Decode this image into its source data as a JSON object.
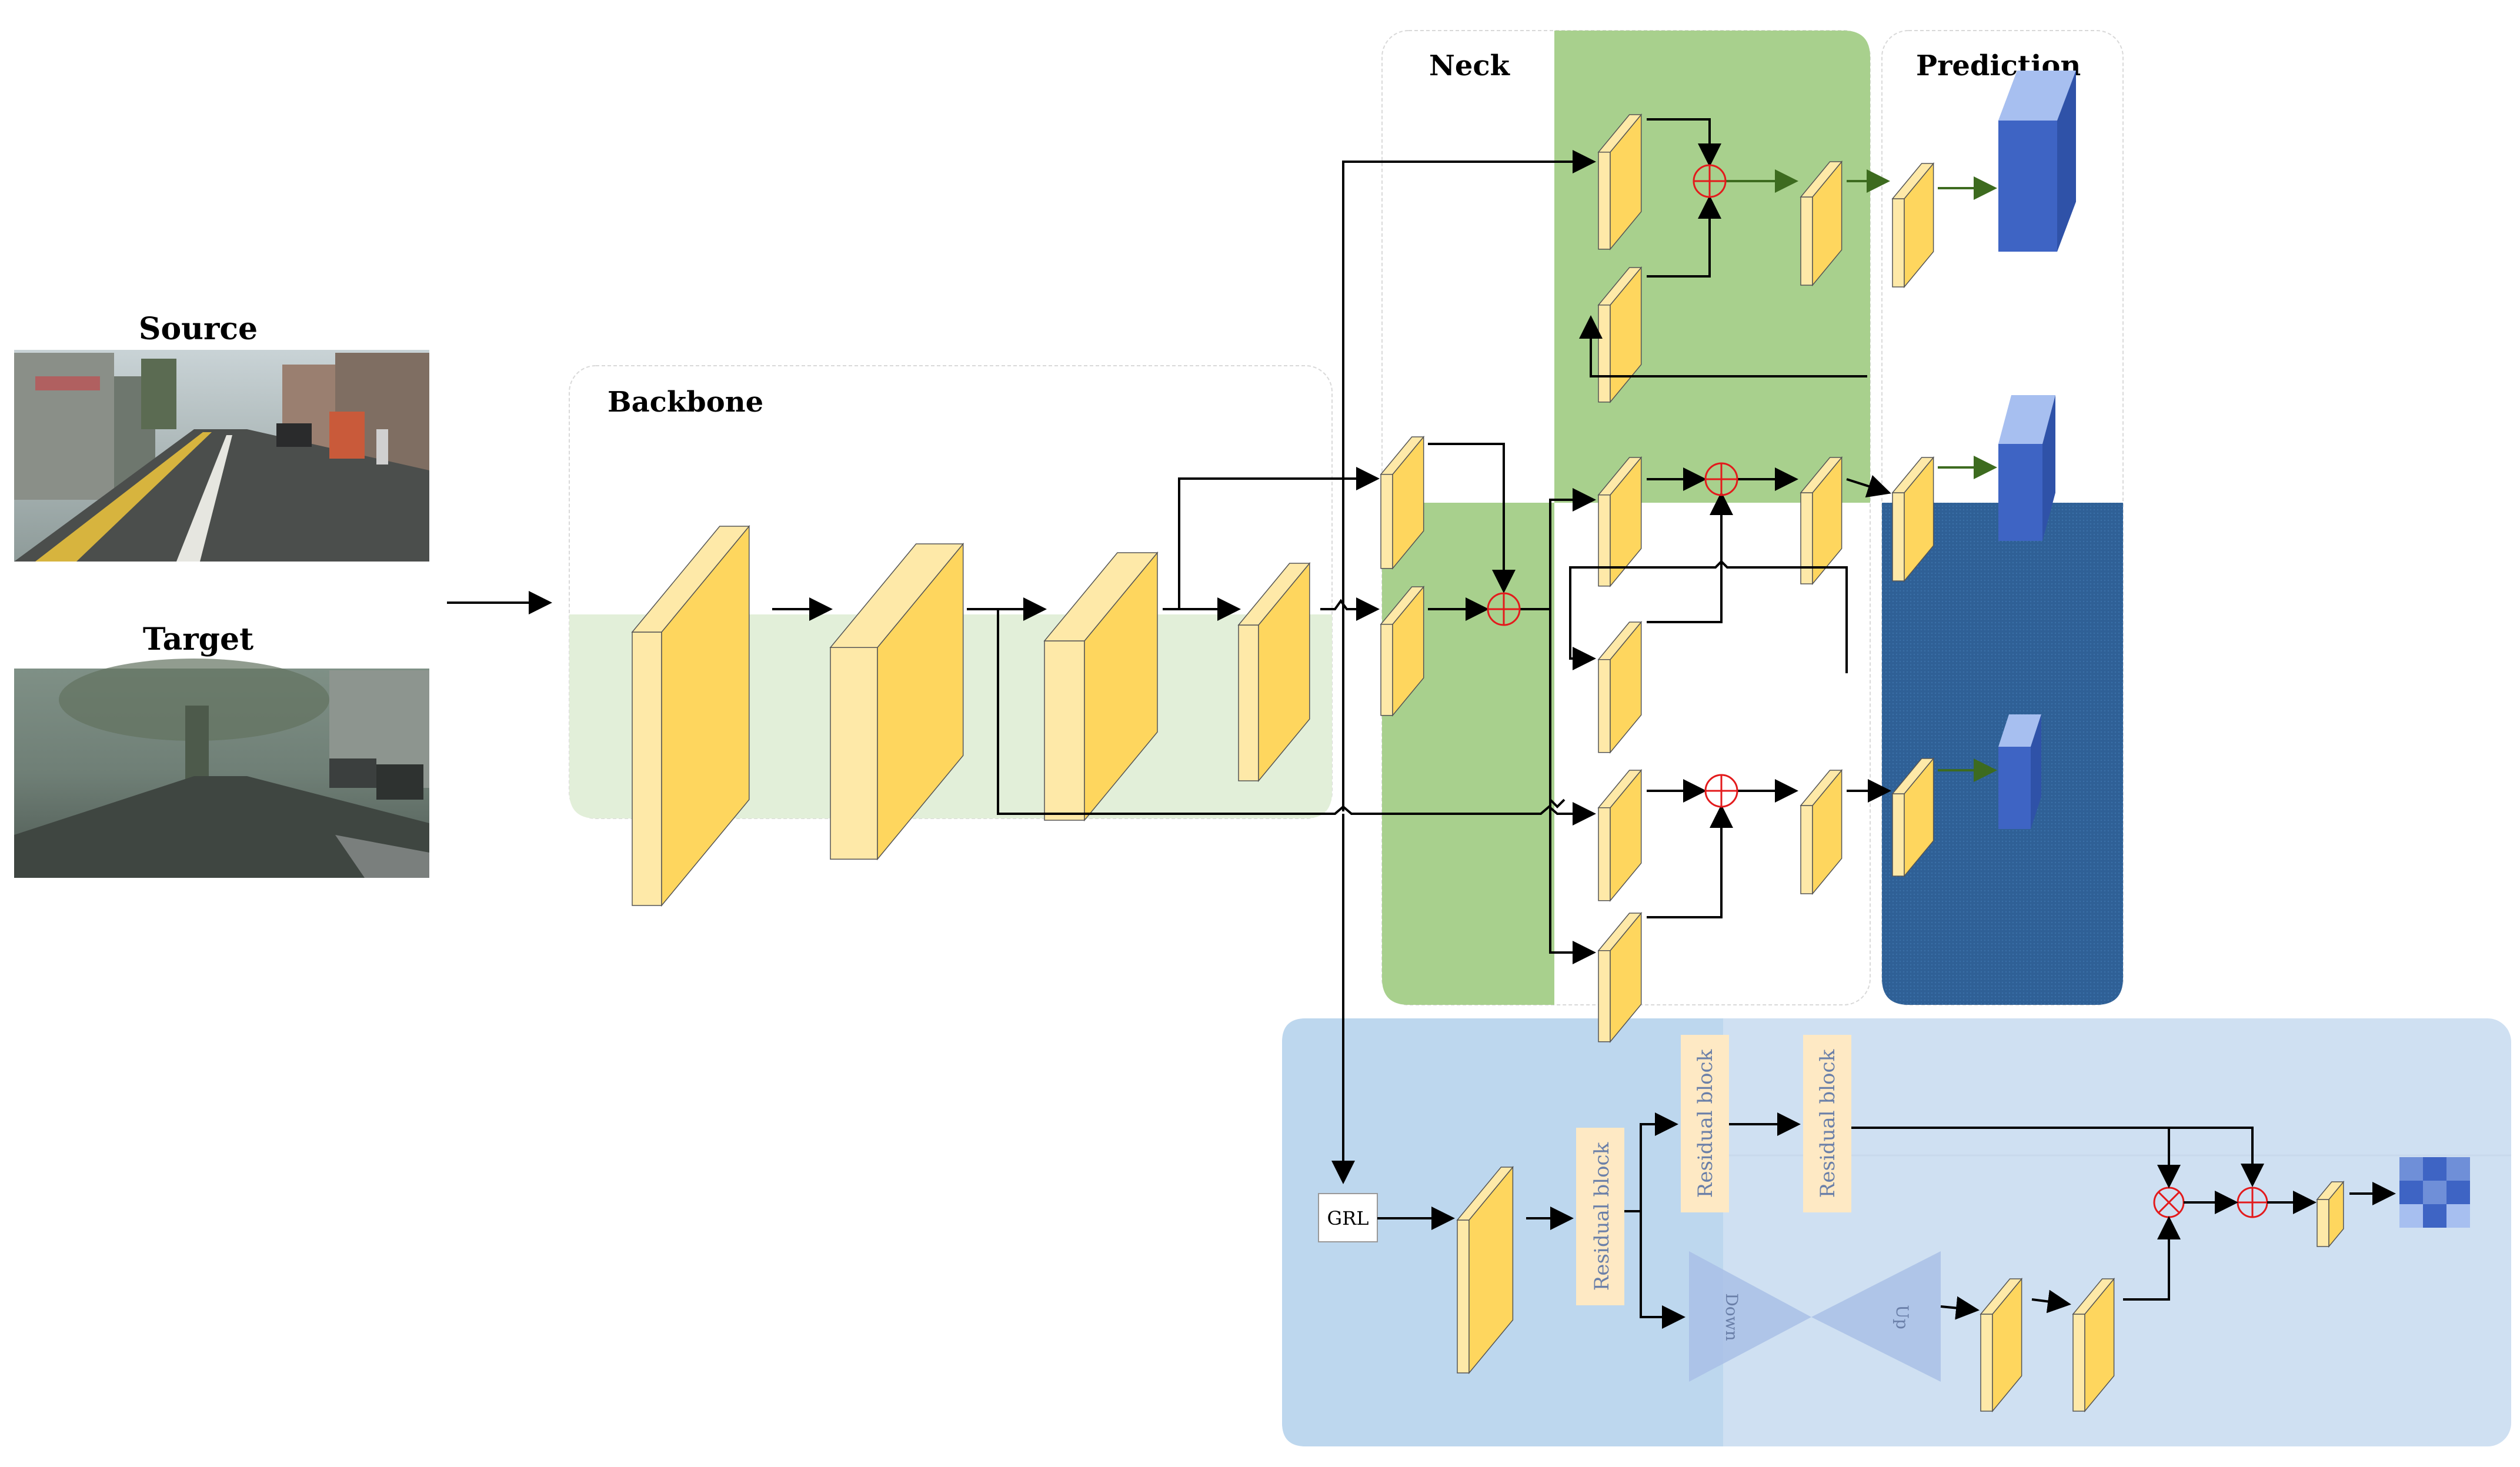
{
  "inputs": {
    "source_label": "Source",
    "target_label": "Target"
  },
  "sections": {
    "backbone": "Backbone",
    "neck": "Neck",
    "prediction": "Prediction"
  },
  "discriminator": {
    "grl_label": "GRL",
    "residual_block_label": "Residual block",
    "down_label": "Down",
    "up_label": "Up"
  },
  "colors": {
    "feature_front": "#fed65e",
    "feature_side": "#fee9a8",
    "neck_green": "#a8d08d",
    "prediction_blue": "#2f5597",
    "backbone_green": "#e2efd9",
    "domain_blue": "#bdd7ee",
    "output_blue": "#3e64c4",
    "operator_red": "#e31a1c"
  },
  "icons": {
    "add": "circle-plus-icon",
    "multiply": "circle-times-icon",
    "output": "grid-output-icon"
  }
}
